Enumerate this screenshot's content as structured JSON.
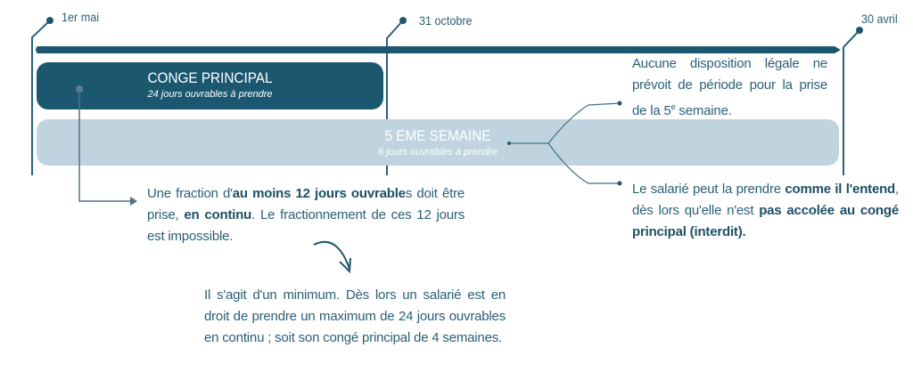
{
  "timeline": {
    "start_label": "1er mai",
    "mid_label": "31 octobre",
    "end_label": "30 avril"
  },
  "conge_principal": {
    "title": "CONGE PRINCIPAL",
    "subtitle": "24 jours ouvrables à prendre"
  },
  "cinquieme_semaine": {
    "title": "5 EME SEMAINE",
    "subtitle": "6 jours ouvrables à prendre"
  },
  "note_fraction": [
    {
      "t": "Une fraction d'",
      "b": false
    },
    {
      "t": "au moins 12 jours ouvrable",
      "b": true
    },
    {
      "t": "s doit être prise, ",
      "b": false
    },
    {
      "t": "en continu",
      "b": true
    },
    {
      "t": ". Le fractionnement de ces 12 jours est impossible.",
      "b": false
    }
  ],
  "note_minimum": "Il s'agit d'un minimum. Dès lors un salarié est en droit de prendre un maximum de 24 jours ouvrables en continu ; soit son congé principal de 4 semaines.",
  "note_periode": {
    "before": "Aucune disposition légale ne prévoit de période pour la prise de la 5",
    "sup": "e",
    "after": " semaine."
  },
  "note_libre": [
    {
      "t": "Le salarié peut la prendre ",
      "b": false
    },
    {
      "t": "comme il l'entend",
      "b": true
    },
    {
      "t": ", dès lors qu'elle n'est ",
      "b": false
    },
    {
      "t": "pas accolée au congé principal (interdit).",
      "b": true
    }
  ],
  "colors": {
    "dark": "#1b5870",
    "light": "#c0d4df",
    "text": "#2a5f77"
  }
}
